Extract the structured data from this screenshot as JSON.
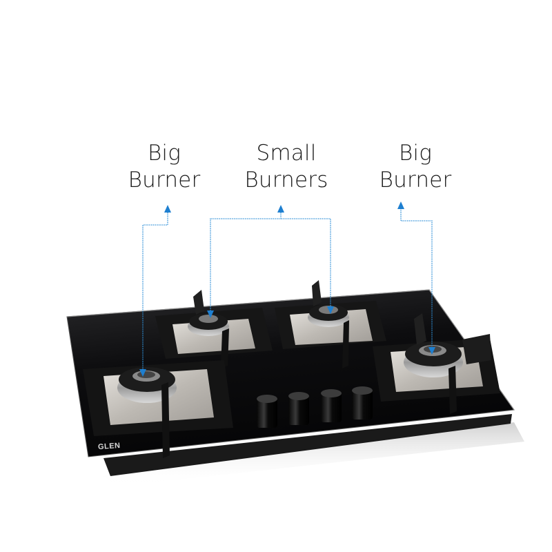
{
  "image": {
    "subject": "4-burner glass gas hob",
    "background_color": "#ffffff",
    "brand_logo": "GLEN"
  },
  "annotations": [
    {
      "id": "left",
      "lines": [
        "Big",
        "Burner"
      ],
      "target": "front-left burner"
    },
    {
      "id": "middle",
      "lines": [
        "Small",
        "Burners"
      ],
      "target": "two back-center burners"
    },
    {
      "id": "right",
      "lines": [
        "Big",
        "Burner"
      ],
      "target": "front-right burner"
    }
  ],
  "colors": {
    "annotation_text": "#1a1a1a",
    "leader_line": "#2f8fd8",
    "arrow": "#1e7fd0",
    "glass_top": "#0e0e10",
    "steel_tray": "#c9c6c2",
    "cast_iron": "#1b1b1d"
  },
  "hob": {
    "burners": [
      {
        "name": "big-burner-left",
        "size": "big"
      },
      {
        "name": "small-burner-back-left",
        "size": "small"
      },
      {
        "name": "small-burner-back-right",
        "size": "small"
      },
      {
        "name": "big-burner-right",
        "size": "big"
      }
    ],
    "knobs_count": 4
  }
}
